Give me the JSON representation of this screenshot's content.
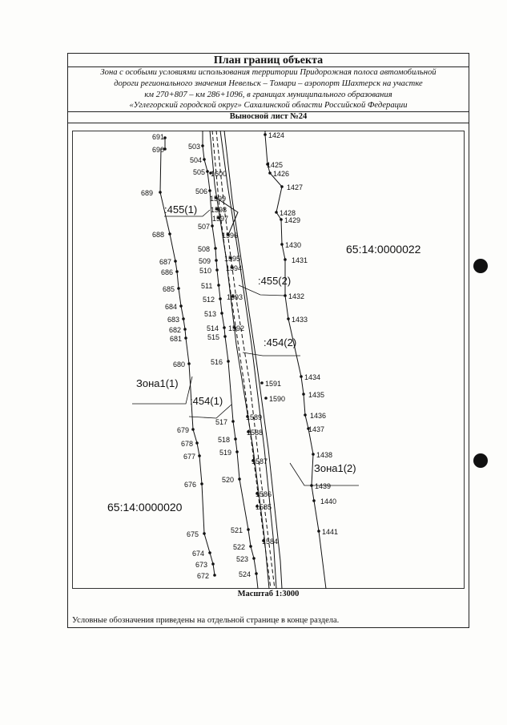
{
  "header": {
    "title": "План границ объекта",
    "description_lines": [
      "Зона с особыми условиями использования территории Придорожная полоса автомобильной",
      "дороги регионального значения Невельск – Томари – аэропорт Шахтерск на участке",
      "км 270+807 – км 286+1096, в границах муниципального образования",
      "«Углегорский городской округ» Сахалинской области Российской Федерации"
    ],
    "sheet_label": "Выносной лист №24"
  },
  "map": {
    "cadastral_right": "65:14:0000022",
    "cadastral_left": "65:14:0000020",
    "parcel_labels": [
      ":455(1)",
      ":455(2)",
      ":454(2)",
      ":454(1)",
      "Зона1(1)",
      "Зона1(2)"
    ],
    "left_outer_points": [
      "691",
      "690",
      "689",
      "688",
      "687",
      "686",
      "685",
      "684",
      "683",
      "682",
      "681",
      "680",
      "679",
      "678",
      "677",
      "676",
      "675",
      "674",
      "673",
      "672"
    ],
    "inner_left_points": [
      "503",
      "504",
      "505",
      "506",
      "507",
      "508",
      "509",
      "510",
      "511",
      "512",
      "513",
      "514",
      "515",
      "516",
      "517",
      "518",
      "519",
      "520",
      "521",
      "522",
      "523",
      "524"
    ],
    "inner_right_points": [
      "1600",
      "1599",
      "1598",
      "1597",
      "1596",
      "1595",
      "1594",
      "1593",
      "1592",
      "1591",
      "1590",
      "1589",
      "1588",
      "1587",
      "1586",
      "1585",
      "1584"
    ],
    "right_outer_points": [
      "1424",
      "1425",
      "1426",
      "1427",
      "1428",
      "1429",
      "1430",
      "1431",
      "1432",
      "1433",
      "1434",
      "1435",
      "1436",
      "1437",
      "1438",
      "1439",
      "1440",
      "1441"
    ]
  },
  "footer": {
    "scale": "Масштаб 1:3000",
    "legend_note": "Условные обозначения приведены на отдельной странице в конце раздела."
  }
}
